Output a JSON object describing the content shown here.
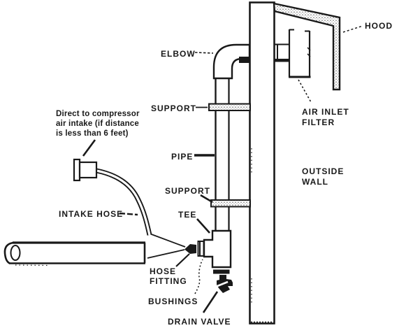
{
  "figure": {
    "type": "technical-line-diagram",
    "colors": {
      "ink": "#191919",
      "paper": "#ffffff"
    }
  },
  "labels": {
    "elbow": "ELBOW",
    "support_upper": "SUPPORT",
    "pipe": "PIPE",
    "support_lower": "SUPPORT",
    "tee": "TEE",
    "intake_hose": "INTAKE HOSE",
    "hose_fitting_line1": "HOSE",
    "hose_fitting_line2": "FITTING",
    "bushings": "BUSHINGS",
    "drain_valve": "DRAIN VALVE",
    "hood": "HOOD",
    "air_inlet_filter_line1": "AIR INLET",
    "air_inlet_filter_line2": "FILTER",
    "outside_wall_line1": "OUTSIDE",
    "outside_wall_line2": "WALL"
  },
  "note": {
    "line1": "Direct to compressor",
    "line2": "air intake (if distance",
    "line3": "is less than 6 feet)"
  }
}
